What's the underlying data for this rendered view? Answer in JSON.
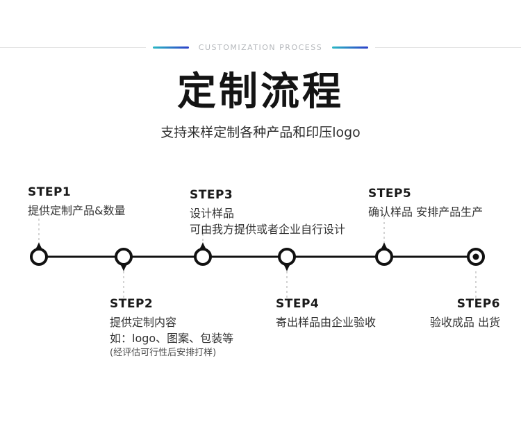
{
  "page": {
    "eyebrow": "CUSTOMIZATION PROCESS",
    "title": "定制流程",
    "subtitle": "支持来样定制各种产品和印压logo"
  },
  "colors": {
    "accent_teal": "#2bb8c4",
    "accent_blue": "#2c3fc9",
    "timeline_black": "#111111",
    "dash_gray": "#aaaaaa",
    "hairline_gray": "#e4e4e4",
    "eyebrow_gray": "#b5b8bc"
  },
  "steps": [
    {
      "id": "STEP1",
      "position": "above",
      "lines": [
        "提供定制产品&数量"
      ]
    },
    {
      "id": "STEP2",
      "position": "below",
      "lines": [
        "提供定制内容",
        "如：logo、图案、包装等",
        "(经评估可行性后安排打样)"
      ]
    },
    {
      "id": "STEP3",
      "position": "above",
      "lines": [
        "设计样品",
        "可由我方提供或者企业自行设计"
      ]
    },
    {
      "id": "STEP4",
      "position": "below",
      "lines": [
        "寄出样品由企业验收"
      ]
    },
    {
      "id": "STEP5",
      "position": "above",
      "lines": [
        "确认样品 安排产品生产"
      ]
    },
    {
      "id": "STEP6",
      "position": "below",
      "lines": [
        "验收成品 出货"
      ]
    }
  ]
}
